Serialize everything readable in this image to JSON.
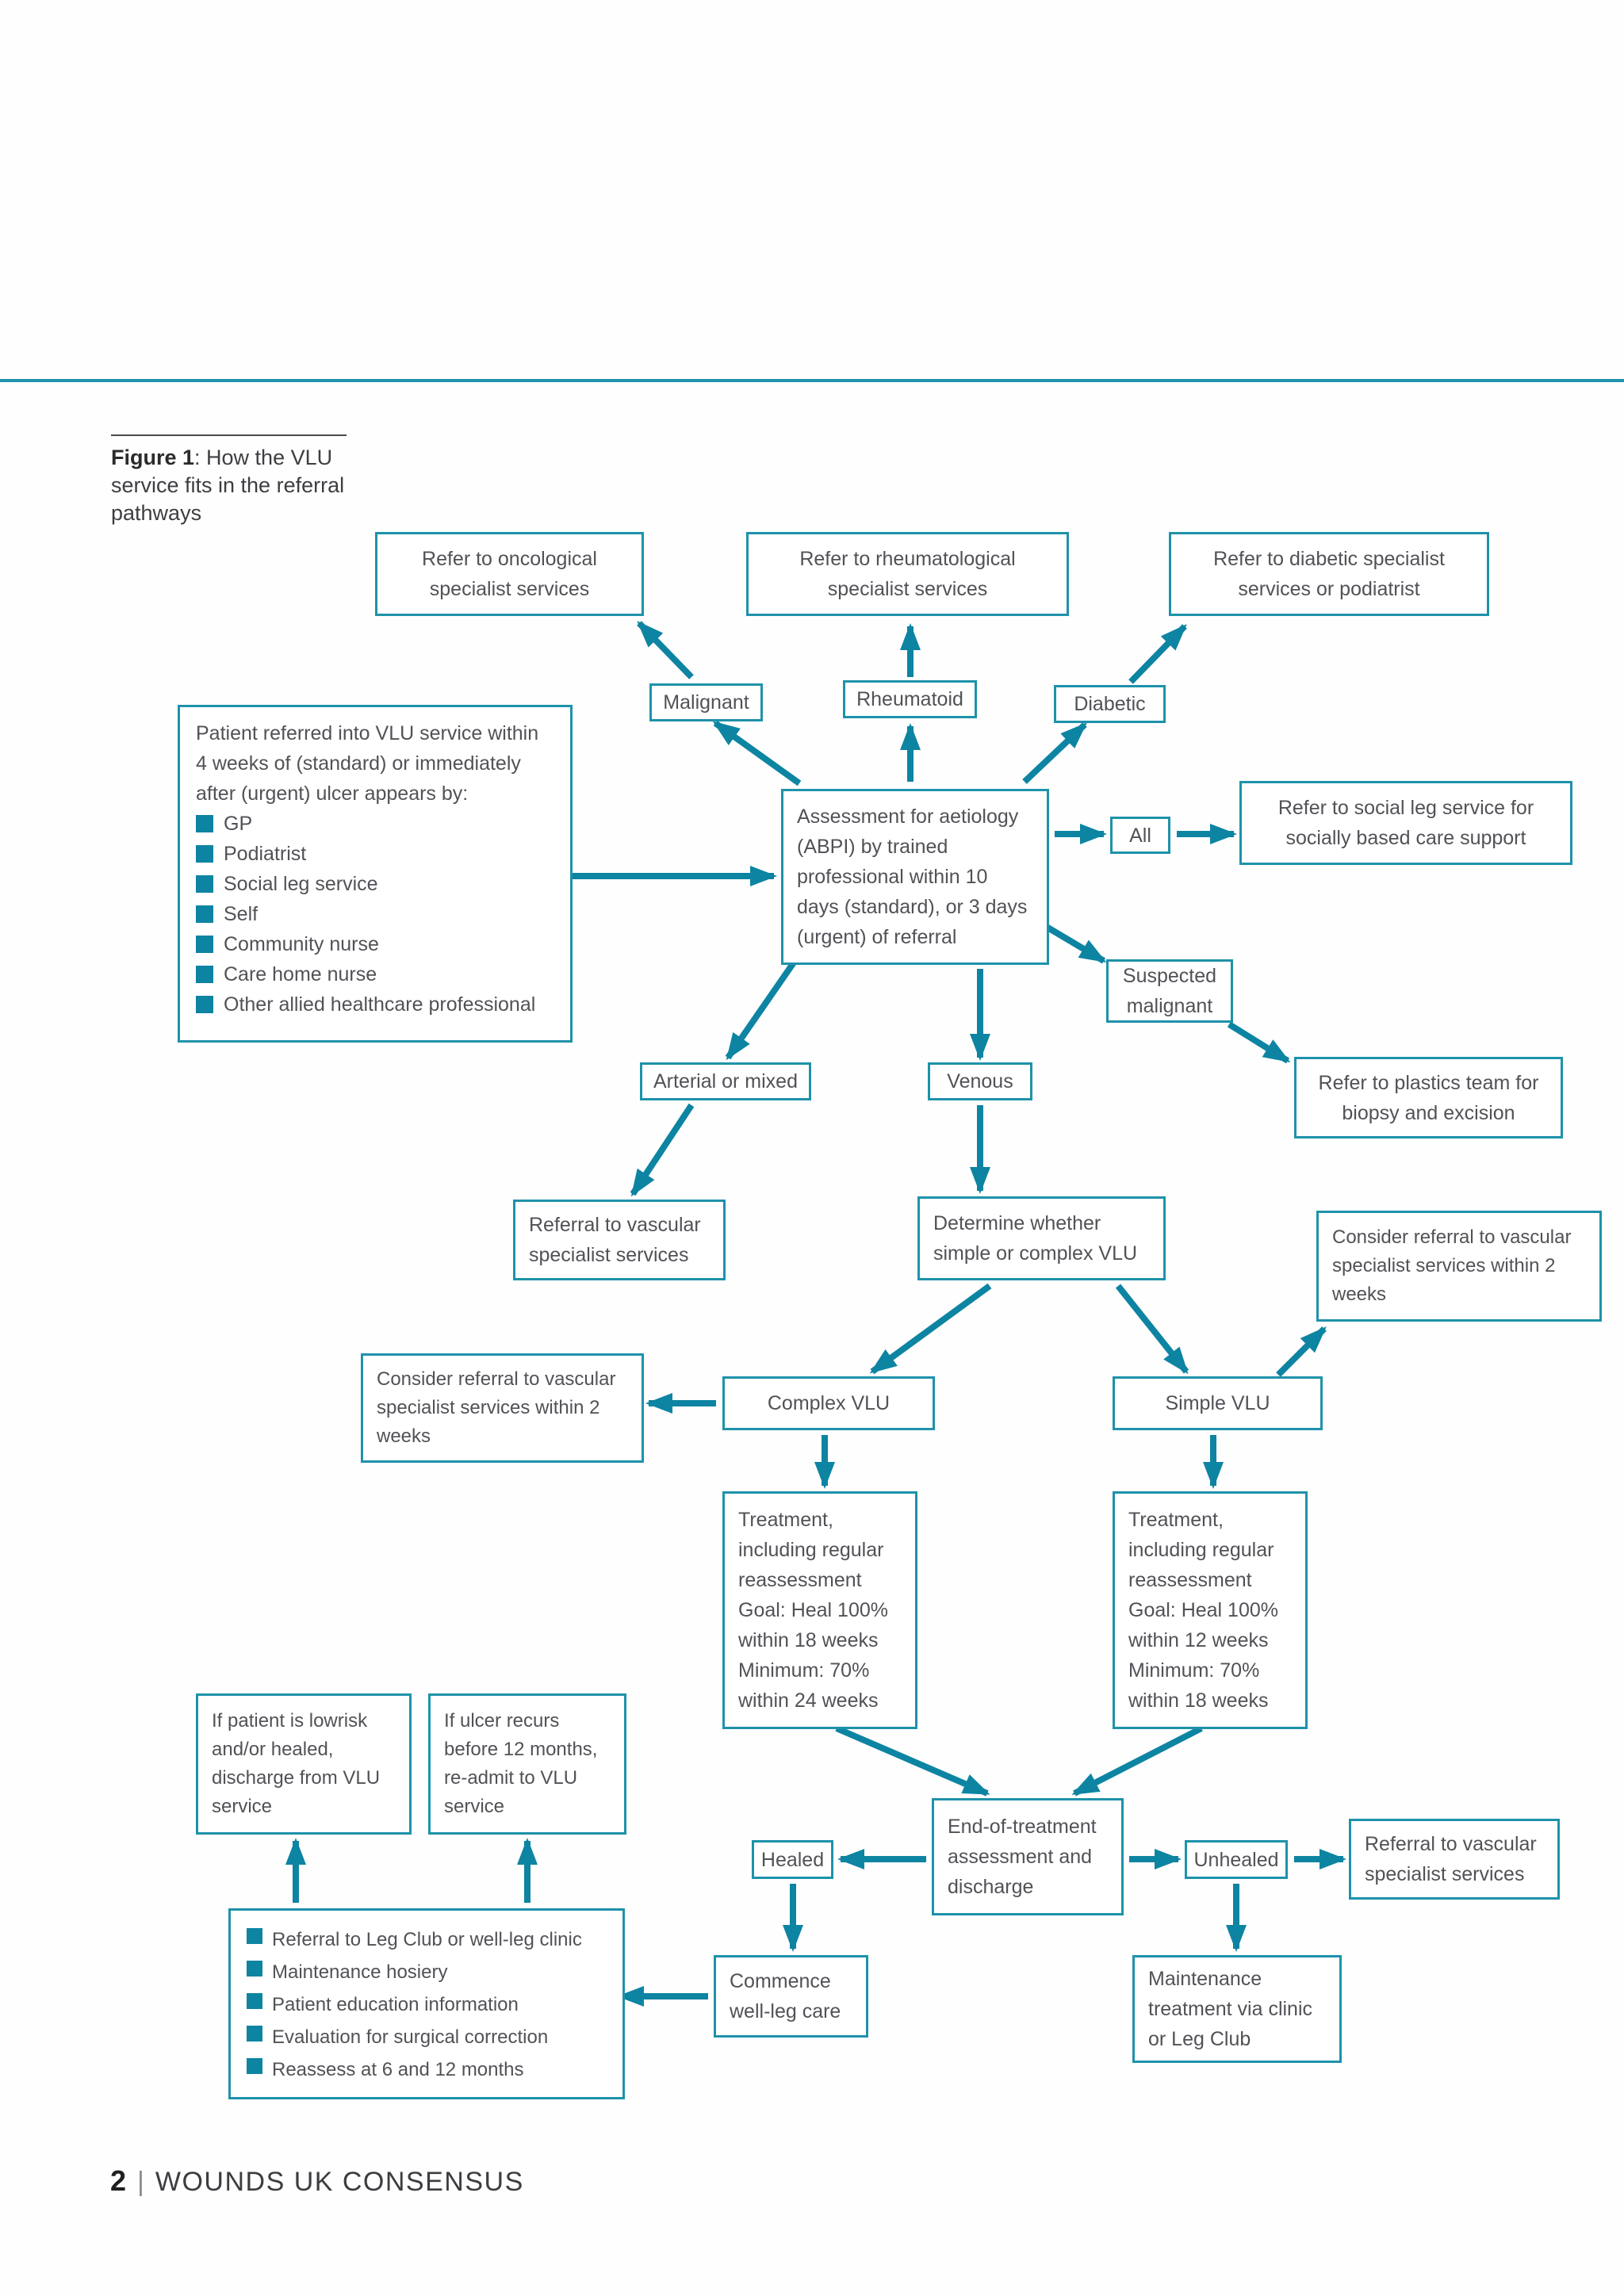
{
  "figure_caption": {
    "label": "Figure 1",
    "rest": ": How the VLU service fits in the referral pathways"
  },
  "colors": {
    "accent_teal_border": "#1e92aa",
    "arrow_teal": "#0d84a2",
    "text_gray": "#515257"
  },
  "nodes": {
    "refer_oncological": "Refer to oncological specialist services",
    "refer_rheumatological": "Refer to rheumatological specialist services",
    "refer_diabetic": "Refer to diabetic specialist services or podiatrist",
    "malignant": "Malignant",
    "rheumatoid": "Rheumatoid",
    "diabetic": "Diabetic",
    "referral_sources": {
      "intro": "Patient referred into VLU service within 4 weeks of (standard) or immediately after (urgent) ulcer appears by:",
      "items": [
        "GP",
        "Podiatrist",
        "Social leg service",
        "Self",
        "Community nurse",
        "Care home nurse",
        "Other allied healthcare professional"
      ]
    },
    "assessment": "Assessment for aetiology (ABPI) by trained professional within 10 days (standard), or 3 days (urgent) of referral",
    "all": "All",
    "refer_social_leg": "Refer to social leg service for socially based care support",
    "suspected_malignant": "Suspected malignant",
    "refer_plastics": "Refer to plastics team for biopsy and excision",
    "arterial_or_mixed": "Arterial or mixed",
    "venous": "Venous",
    "referral_vascular_mid": "Referral to vascular specialist services",
    "determine": "Determine whether simple or complex VLU",
    "consider_vascular_right": "Consider referral to vascular specialist services within 2 weeks",
    "consider_vascular_left": "Consider referral to vascular specialist services within 2 weeks",
    "complex_vlu": "Complex VLU",
    "simple_vlu": "Simple VLU",
    "treatment_complex": {
      "lines": [
        "Treatment, including regular reassessment",
        "Goal: Heal 100% within 18 weeks",
        "Minimum: 70% within 24 weeks"
      ]
    },
    "treatment_simple": {
      "lines": [
        "Treatment, including regular reassessment",
        "Goal: Heal 100% within 12 weeks",
        "Minimum: 70% within 18 weeks"
      ]
    },
    "if_lowrisk": "If patient is lowrisk and/or healed, discharge from VLU service",
    "if_recurs": "If ulcer recurs before 12 months, re-admit to VLU service",
    "healed": "Healed",
    "end_of_treatment": "End-of-treatment assessment and discharge",
    "unhealed": "Unhealed",
    "referral_vascular_bottom": "Referral to vascular specialist services",
    "commence": "Commence well-leg care",
    "aftercare": {
      "items": [
        "Referral to Leg Club or well-leg clinic",
        "Maintenance hosiery",
        "Patient education information",
        "Evaluation for surgical correction",
        "Reassess at 6 and 12 months"
      ]
    },
    "maintenance": "Maintenance treatment via clinic or Leg Club"
  },
  "footer": {
    "page_number": "2",
    "separator": "|",
    "publication": "WOUNDS UK CONSENSUS"
  }
}
